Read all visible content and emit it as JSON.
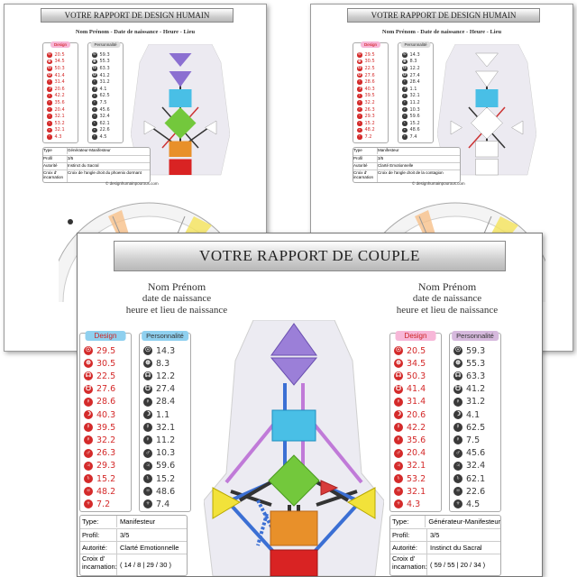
{
  "back_left": {
    "banner": "VOTRE RAPPORT DE DESIGN HUMAIN",
    "subtitle": "Nom Prénom - Date de naissance - Heure - Lieu",
    "design_header": "Design",
    "personality_header": "Personnalité",
    "design": [
      "20.5",
      "34.5",
      "50.3",
      "41.4",
      "31.4",
      "20.6",
      "42.2",
      "35.6",
      "20.4",
      "32.1",
      "53.2",
      "32.1",
      "4.3"
    ],
    "personality": [
      "59.3",
      "55.3",
      "63.3",
      "41.2",
      "31.2",
      "4.1",
      "62.5",
      "7.5",
      "45.6",
      "32.4",
      "62.1",
      "22.6",
      "4.5"
    ],
    "type_label": "Type",
    "type_value": "Générateur-Manifesteur",
    "profile_label": "Profil",
    "profile_value": "3/5",
    "authority_label": "Autorité",
    "authority_value": "Instinct du Sacral",
    "cross_label": "Croix d' incarnation",
    "cross_value": "Croix de l'angle droit du phoenix dormant",
    "website": "© designhumainpourous.com"
  },
  "back_right": {
    "banner": "VOTRE RAPPORT DE DESIGN HUMAIN",
    "subtitle": "Nom Prénom - Date de naissance - Heure - Lieu",
    "design_header": "Design",
    "personality_header": "Personnalité",
    "design": [
      "29.5",
      "30.5",
      "22.5",
      "27.6",
      "28.6",
      "40.3",
      "39.5",
      "32.2",
      "26.3",
      "29.3",
      "15.2",
      "48.2",
      "7.2"
    ],
    "personality": [
      "14.3",
      "8.3",
      "12.2",
      "27.4",
      "28.4",
      "1.1",
      "32.1",
      "11.2",
      "10.3",
      "59.6",
      "15.2",
      "48.6",
      "7.4"
    ],
    "type_label": "Type",
    "type_value": "Manifesteur",
    "profile_label": "Profil",
    "profile_value": "3/5",
    "authority_label": "Autorité",
    "authority_value": "Clarté Emotionnelle",
    "cross_label": "Croix d' incarnation",
    "cross_value": "Croix de l'angle droit de la contagion",
    "website": "© designhumainpourous.com"
  },
  "front": {
    "banner": "VOTRE RAPPORT DE COUPLE",
    "left_person": {
      "name": "Nom Prénom",
      "birth": "date de naissance",
      "place": "heure et lieu de naissance"
    },
    "right_person": {
      "name": "Nom Prénom",
      "birth": "date de naissance",
      "place": "heure et lieu de naissance"
    },
    "left": {
      "design_header": "Design",
      "personality_header": "Personnalité",
      "design": [
        "29.5",
        "30.5",
        "22.5",
        "27.6",
        "28.6",
        "40.3",
        "39.5",
        "32.2",
        "26.3",
        "29.3",
        "15.2",
        "48.2",
        "7.2"
      ],
      "personality": [
        "14.3",
        "8.3",
        "12.2",
        "27.4",
        "28.4",
        "1.1",
        "32.1",
        "11.2",
        "10.3",
        "59.6",
        "15.2",
        "48.6",
        "7.4"
      ],
      "type_label": "Type:",
      "type_value": "Manifesteur",
      "profile_label": "Profil:",
      "profile_value": "3/5",
      "authority_label": "Autorité:",
      "authority_value": "Clarté Emotionnelle",
      "cross_label": "Croix d' incarnation:",
      "cross_value": "( 14 /  8 | 29 / 30 )"
    },
    "right": {
      "design_header": "Design",
      "personality_header": "Personnalité",
      "design": [
        "20.5",
        "34.5",
        "50.3",
        "41.4",
        "31.4",
        "20.6",
        "42.2",
        "35.6",
        "20.4",
        "32.1",
        "53.2",
        "32.1",
        "4.3"
      ],
      "personality": [
        "59.3",
        "55.3",
        "63.3",
        "41.2",
        "31.2",
        "4.1",
        "62.5",
        "7.5",
        "45.6",
        "32.4",
        "62.1",
        "22.6",
        "4.5"
      ],
      "type_label": "Type:",
      "type_value": "Générateur-Manifesteur",
      "profile_label": "Profil:",
      "profile_value": "3/5",
      "authority_label": "Autorité:",
      "authority_value": "Instinct du Sacral",
      "cross_label": "Croix d' incarnation:",
      "cross_value": "( 59 / 55 | 20 / 34 )"
    }
  },
  "colors": {
    "design_red": "#d42a2a",
    "personality_dark": "#3a3a3a",
    "design_header_left": "#8fd0ef",
    "personality_header_left": "#8fd0ef",
    "design_header_right": "#f7b7d8",
    "personality_header_right": "#d6b9dd"
  }
}
